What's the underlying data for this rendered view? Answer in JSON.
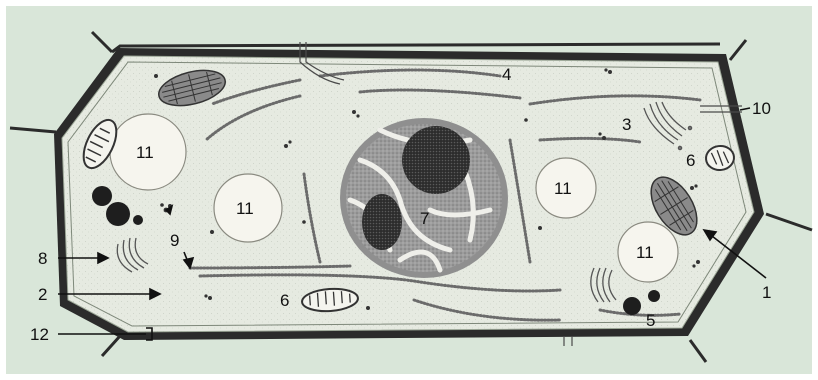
{
  "diagram": {
    "colors": {
      "background": "#d9e6d9",
      "cytoplasm": "#e7ebe2",
      "wall": "#2b2b2b",
      "vacuole": "#f6f5ee",
      "nucleus": "#a9a9a9",
      "nucleolus": "#3a3a3a",
      "er": "#6e6e6e"
    },
    "labels": {
      "l1": "1",
      "l2": "2",
      "l3": "3",
      "l4": "4",
      "l5": "5",
      "l6a": "6",
      "l6b": "6",
      "l7": "7",
      "l8": "8",
      "l9": "9",
      "l10": "10",
      "l11a": "11",
      "l11b": "11",
      "l11c": "11",
      "l11d": "11",
      "l12": "12"
    }
  }
}
